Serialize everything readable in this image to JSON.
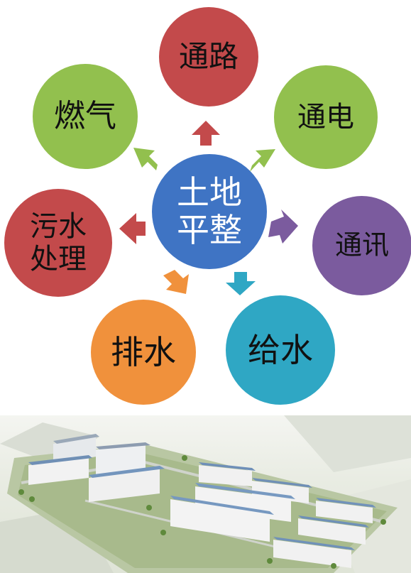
{
  "diagram": {
    "center": {
      "line1": "土地",
      "line2": "平整",
      "color": "#3f74c4"
    },
    "nodes": {
      "road": {
        "line1": "通路",
        "color": "#c34a4b"
      },
      "power": {
        "line1": "通电",
        "color": "#92c04e"
      },
      "telecom": {
        "line1": "通讯",
        "color": "#7b5b9e"
      },
      "water": {
        "line1": "给水",
        "color": "#2fa7c4"
      },
      "drainage": {
        "line1": "排水",
        "color": "#f0913c"
      },
      "sewage": {
        "line1": "污水",
        "line2": "处理",
        "color": "#c34a4b"
      },
      "gas": {
        "line1": "燃气",
        "color": "#92c04e"
      }
    }
  },
  "photo": {
    "subject": "industrial-park-aerial-rendering"
  }
}
